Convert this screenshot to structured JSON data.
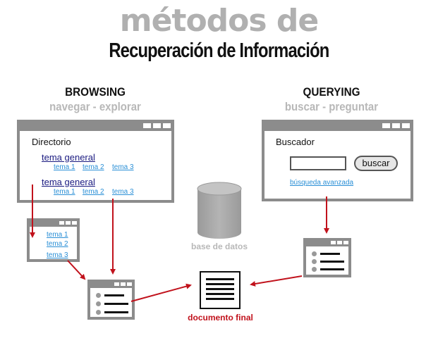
{
  "header": {
    "title_top": "métodos de",
    "title_main": "Recuperación de Información"
  },
  "browsing": {
    "title": "BROWSING",
    "subtitle": "navegar - explorar",
    "window_label": "Directorio",
    "groups": [
      {
        "label": "tema general",
        "subs": [
          "tema 1",
          "tema 2",
          "tema 3"
        ]
      },
      {
        "label": "tema general",
        "subs": [
          "tema 1",
          "tema 2",
          "tema 3"
        ]
      }
    ],
    "small_window_links": [
      "tema 1",
      "tema 2",
      "tema 3"
    ]
  },
  "querying": {
    "title": "QUERYING",
    "subtitle": "buscar - preguntar",
    "window_label": "Buscador",
    "search_value": "",
    "search_button": "buscar",
    "advanced_link": "búsqueda avanzada"
  },
  "database": {
    "label": "base de datos"
  },
  "final_document": {
    "label": "documento final"
  },
  "colors": {
    "arrow": "#c1121c",
    "frame": "#8c8c8c",
    "link": "#2a8fd6",
    "link_dark": "#1a1a80",
    "db_gray": "#a8a8a8"
  }
}
